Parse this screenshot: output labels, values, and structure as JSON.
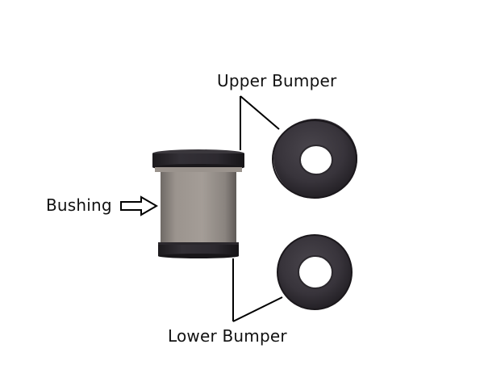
{
  "diagram": {
    "labels": {
      "upper_bumper": "Upper Bumper",
      "bushing": "Bushing",
      "lower_bumper": "Lower Bumper"
    },
    "parts": [
      {
        "id": "bushing",
        "name": "Bushing",
        "material": "metal sleeve with black end flanges"
      },
      {
        "id": "upper-bumper",
        "name": "Upper Bumper",
        "shape": "black rubber washer"
      },
      {
        "id": "lower-bumper",
        "name": "Lower Bumper",
        "shape": "black rubber washer"
      }
    ],
    "colors": {
      "background": "#ffffff",
      "text": "#111111",
      "leader_line": "#000000",
      "rubber": "#2e2b30",
      "metal": "#8e8883"
    }
  }
}
